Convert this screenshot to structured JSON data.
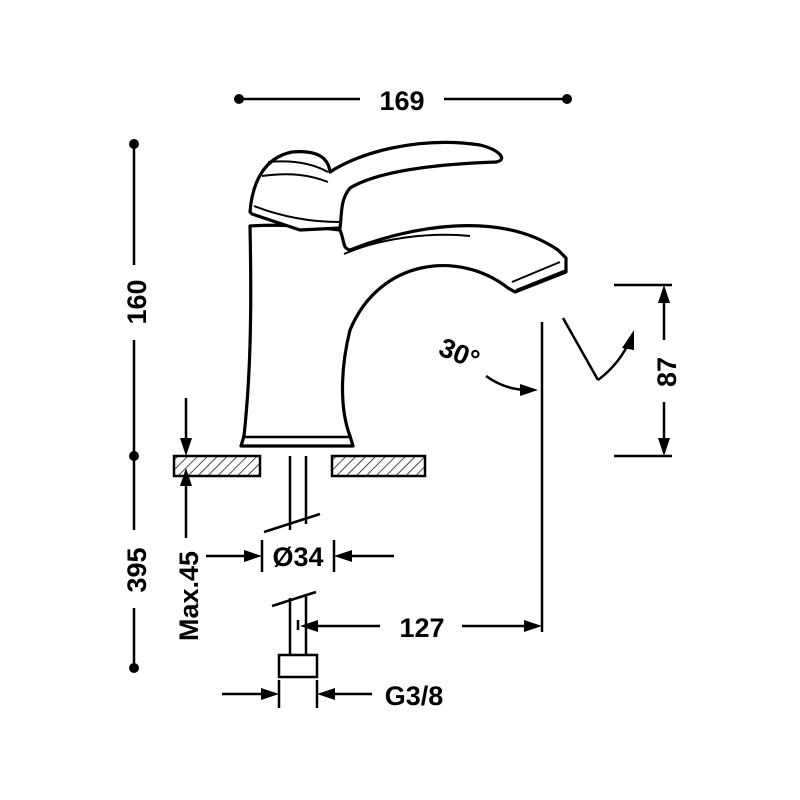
{
  "dimensions": {
    "overall_width": "169",
    "spout_height": "160",
    "total_height": "395",
    "max_thickness": "Max.45",
    "base_diameter": "Ø34",
    "reach": "127",
    "flow_drop": "87",
    "angle": "30°",
    "thread": "G3/8"
  },
  "colors": {
    "ink": "#000000",
    "background": "#ffffff"
  }
}
